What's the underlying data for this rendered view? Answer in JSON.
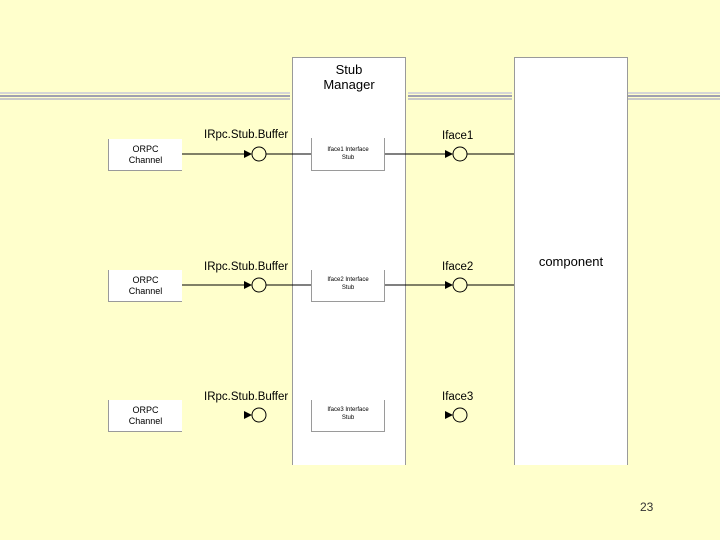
{
  "diagram": {
    "stub_manager": "Stub\nManager",
    "component": "component",
    "rows": [
      {
        "channel": "ORPC\nChannel",
        "buffer_label": "IRpc.Stub.Buffer",
        "iface_stub": "Iface1 Interface\nStub",
        "iface_label": "Iface1"
      },
      {
        "channel": "ORPC\nChannel",
        "buffer_label": "IRpc.Stub.Buffer",
        "iface_stub": "Iface2 Interface\nStub",
        "iface_label": "Iface2"
      },
      {
        "channel": "ORPC\nChannel",
        "buffer_label": "IRpc.Stub.Buffer",
        "iface_stub": "Iface3 Interface\nStub",
        "iface_label": "Iface3"
      }
    ]
  },
  "page_number": "23",
  "colors": {
    "background": "#ffffcc",
    "line": "#000000",
    "band_light": "#c8c8c8",
    "band_dark": "#9090a0"
  }
}
